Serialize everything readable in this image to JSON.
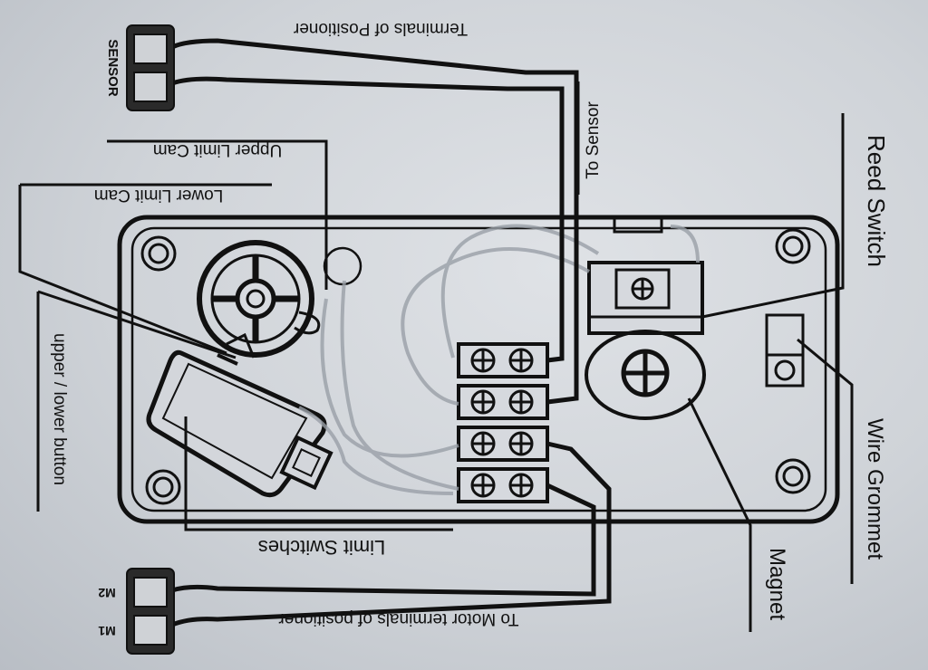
{
  "labels": {
    "terminals_positioner": "Terminals of Positioner",
    "sensor_connector": "SENSOR",
    "to_sensor": "To Sensor",
    "upper_limit_cam": "Upper Limit Cam",
    "lower_limit_cam": "Lower Limit Cam",
    "reed_switch": "Reed Switch",
    "upper_lower_button": "upper / lower button",
    "wire_grommet": "Wire Grommet",
    "limit_switches": "Limit Switches",
    "magnet": "Magnet",
    "to_motor_terminals": "To Motor terminals of positioner",
    "m1": "M1",
    "m2": "M2"
  }
}
